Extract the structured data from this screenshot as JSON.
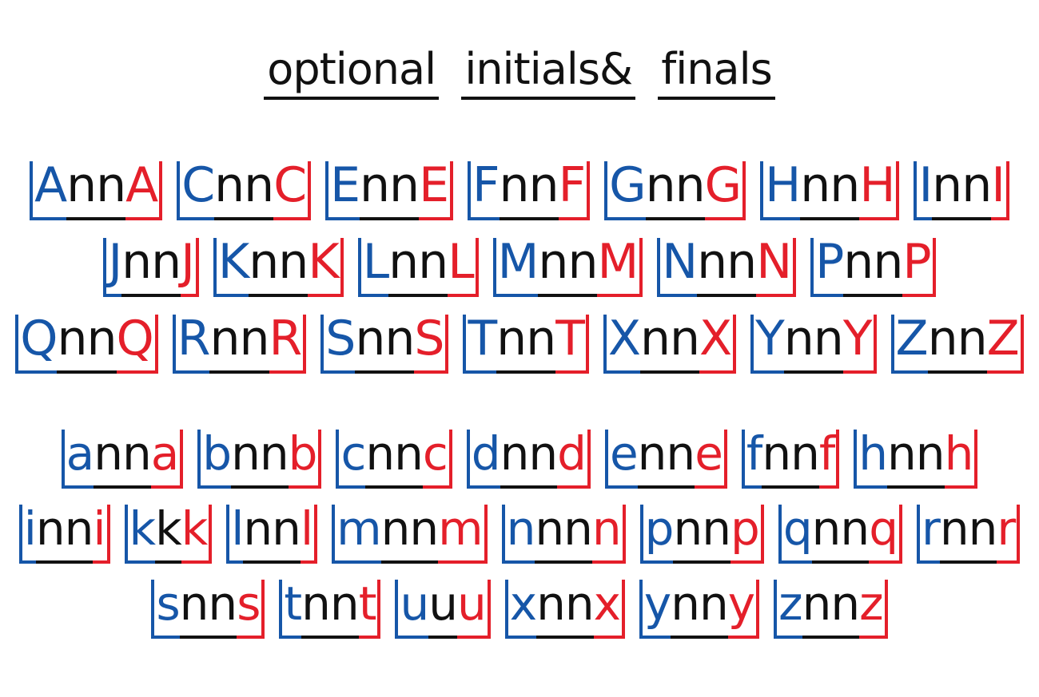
{
  "title": [
    "optional",
    "initials&",
    "finals"
  ],
  "colors": {
    "initial": "#1656a8",
    "medial": "#111111",
    "final": "#e41f2a"
  },
  "uppercase_rows": [
    [
      {
        "first": "A",
        "mid": "nn",
        "last": "A"
      },
      {
        "first": "C",
        "mid": "nn",
        "last": "C"
      },
      {
        "first": "E",
        "mid": "nn",
        "last": "E"
      },
      {
        "first": "F",
        "mid": "nn",
        "last": "F"
      },
      {
        "first": "G",
        "mid": "nn",
        "last": "G"
      },
      {
        "first": "H",
        "mid": "nn",
        "last": "H"
      },
      {
        "first": "I",
        "mid": "nn",
        "last": "I"
      }
    ],
    [
      {
        "first": "J",
        "mid": "nn",
        "last": "J"
      },
      {
        "first": "K",
        "mid": "nn",
        "last": "K"
      },
      {
        "first": "L",
        "mid": "nn",
        "last": "L"
      },
      {
        "first": "M",
        "mid": "nn",
        "last": "M"
      },
      {
        "first": "N",
        "mid": "nn",
        "last": "N"
      },
      {
        "first": "P",
        "mid": "nn",
        "last": "P"
      }
    ],
    [
      {
        "first": "Q",
        "mid": "nn",
        "last": "Q"
      },
      {
        "first": "R",
        "mid": "nn",
        "last": "R"
      },
      {
        "first": "S",
        "mid": "nn",
        "last": "S"
      },
      {
        "first": "T",
        "mid": "nn",
        "last": "T"
      },
      {
        "first": "X",
        "mid": "nn",
        "last": "X"
      },
      {
        "first": "Y",
        "mid": "nn",
        "last": "Y"
      },
      {
        "first": "Z",
        "mid": "nn",
        "last": "Z"
      }
    ]
  ],
  "lowercase_rows": [
    [
      {
        "first": "a",
        "mid": "nn",
        "last": "a"
      },
      {
        "first": "b",
        "mid": "nn",
        "last": "b"
      },
      {
        "first": "c",
        "mid": "nn",
        "last": "c"
      },
      {
        "first": "d",
        "mid": "nn",
        "last": "d"
      },
      {
        "first": "e",
        "mid": "nn",
        "last": "e"
      },
      {
        "first": "f",
        "mid": "nn",
        "last": "f"
      },
      {
        "first": "h",
        "mid": "nn",
        "last": "h"
      }
    ],
    [
      {
        "first": "i",
        "mid": "nn",
        "last": "i"
      },
      {
        "first": "k",
        "mid": "k",
        "last": "k"
      },
      {
        "first": "l",
        "mid": "nn",
        "last": "l"
      },
      {
        "first": "m",
        "mid": "nn",
        "last": "m"
      },
      {
        "first": "n",
        "mid": "nn",
        "last": "n"
      },
      {
        "first": "p",
        "mid": "nn",
        "last": "p"
      },
      {
        "first": "q",
        "mid": "nn",
        "last": "q"
      },
      {
        "first": "r",
        "mid": "nn",
        "last": "r"
      }
    ],
    [
      {
        "first": "s",
        "mid": "nn",
        "last": "s"
      },
      {
        "first": "t",
        "mid": "nn",
        "last": "t"
      },
      {
        "first": "u",
        "mid": "u",
        "last": "u"
      },
      {
        "first": "x",
        "mid": "nn",
        "last": "x"
      },
      {
        "first": "y",
        "mid": "nn",
        "last": "y"
      },
      {
        "first": "z",
        "mid": "nn",
        "last": "z"
      }
    ]
  ]
}
